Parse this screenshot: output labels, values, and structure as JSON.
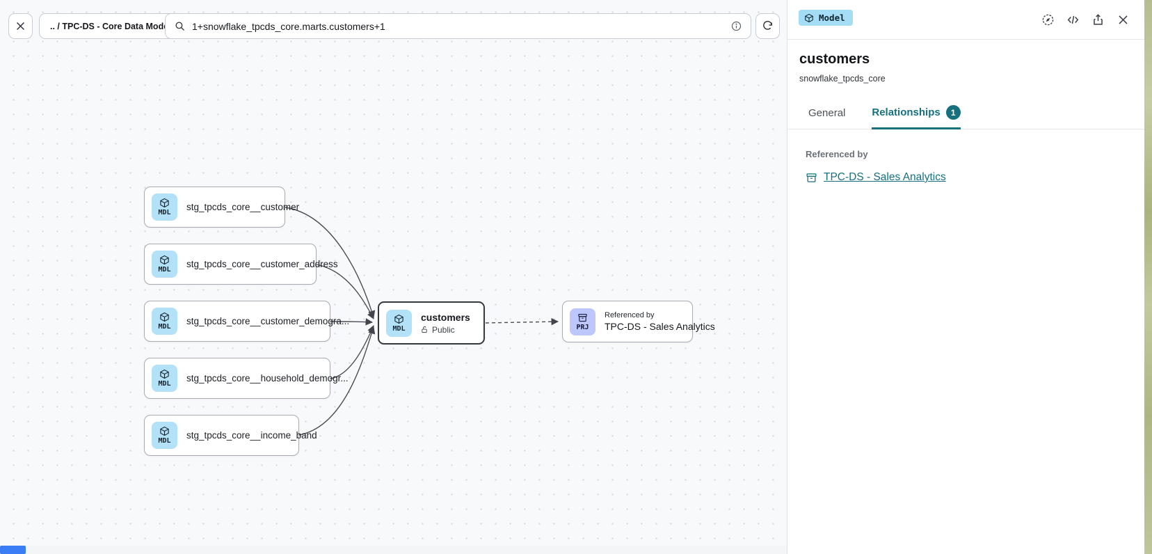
{
  "topbar": {
    "breadcrumb": ".. / TPC-DS - Core Data Models",
    "search": {
      "value": "1+snowflake_tpcds_core.marts.customers+1"
    }
  },
  "panel": {
    "type_badge": "Model",
    "title": "customers",
    "subtitle": "snowflake_tpcds_core",
    "tabs": {
      "general": "General",
      "relationships": "Relationships",
      "relationships_count": "1"
    },
    "referenced_by_label": "Referenced by",
    "referenced_by_link": "TPC-DS - Sales Analytics"
  },
  "canvas": {
    "upstream_nodes": [
      {
        "type": "MDL",
        "label": "stg_tpcds_core__customer"
      },
      {
        "type": "MDL",
        "label": "stg_tpcds_core__customer_address"
      },
      {
        "type": "MDL",
        "label": "stg_tpcds_core__customer_demogra..."
      },
      {
        "type": "MDL",
        "label": "stg_tpcds_core__household_demogr..."
      },
      {
        "type": "MDL",
        "label": "stg_tpcds_core__income_band"
      }
    ],
    "selected_node": {
      "type": "MDL",
      "title": "customers",
      "access": "Public"
    },
    "reference_node": {
      "type": "PRJ",
      "kicker": "Referenced by",
      "title": "TPC-DS - Sales Analytics"
    }
  },
  "colors": {
    "accent_teal": "#16707e",
    "model_chip_bg": "#b2e1f8",
    "project_chip_bg": "#bdc7fb",
    "scroll_thumb_blue": "#3b7df5"
  }
}
